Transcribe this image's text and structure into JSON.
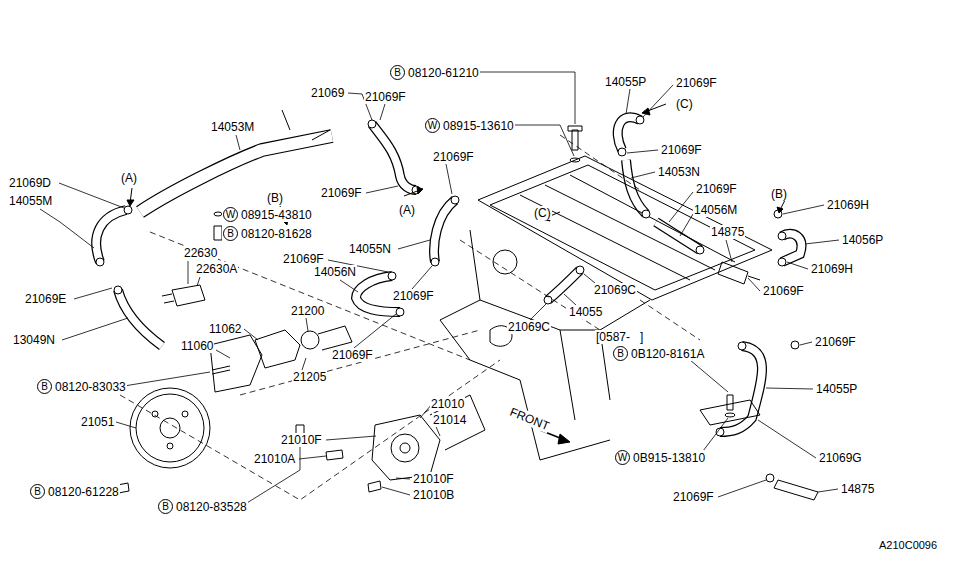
{
  "diagram": {
    "nodes": [
      {
        "text": [
          "B",
          "08120-61210"
        ]
      },
      {
        "text": [
          "W",
          "08915-13610"
        ]
      },
      {
        "text": [
          "W",
          "08915-43810"
        ]
      },
      {
        "text": [
          "B",
          "08120-81628"
        ]
      },
      {
        "text": [
          "B",
          "0B120-8161A"
        ]
      },
      {
        "text": [
          "B",
          "08120-83033"
        ]
      },
      {
        "text": [
          "B",
          "08120-61228"
        ]
      },
      {
        "text": [
          "B",
          "08120-83528"
        ]
      },
      {
        "text": [
          "W",
          "0B915-13810"
        ]
      }
    ],
    "labels": [
      "21069",
      "21069F",
      "14053M",
      "21069F",
      "21069D",
      "(A)",
      "14055M",
      "(B)",
      "21069F",
      "(A)",
      "14055N",
      "22630",
      "22630A",
      "21069F",
      "14056N",
      "21069E",
      "21069F",
      "21200",
      "11062",
      "13049N",
      "11060",
      "21205",
      "21069F",
      "21069C",
      "21069C",
      "14055",
      "[0587-   ]",
      "21010",
      "21014",
      "21051",
      "21010F",
      "21010A",
      "21010F",
      "21010B",
      "FRONT",
      "14055P",
      "21069F",
      "(C)",
      "21069F",
      "14053N",
      "21069F",
      "(B)",
      "21069H",
      "14056M",
      "(C)",
      "14875",
      "14056P",
      "21069H",
      "21069F",
      "21069F",
      "14055P",
      "21069G",
      "21069F",
      "14875",
      "A210C0096"
    ]
  }
}
